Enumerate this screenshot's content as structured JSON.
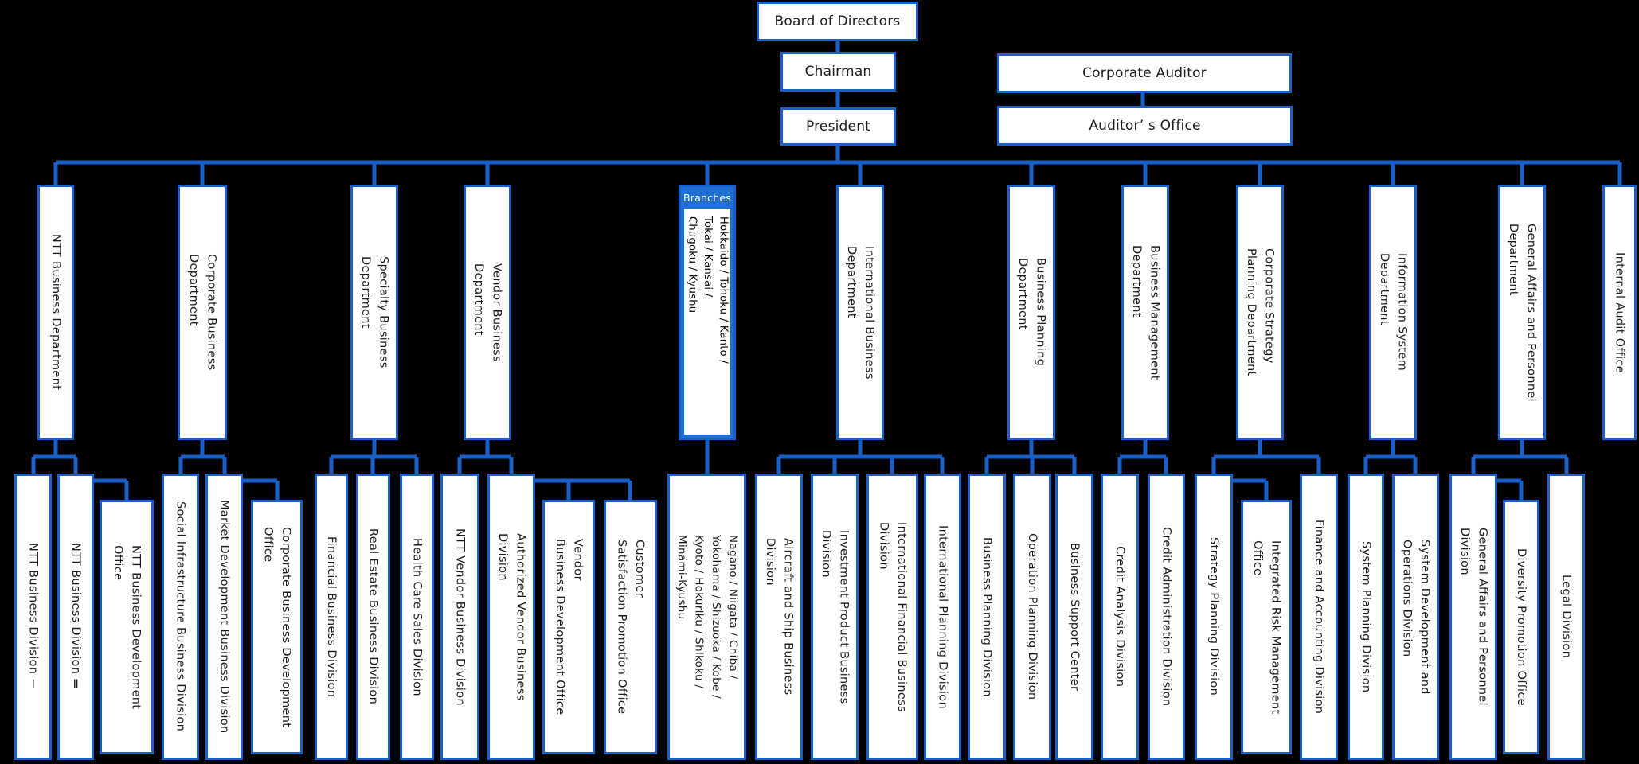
{
  "colors": {
    "background": "#000000",
    "line": "#1961c8",
    "box_fill": "#ffffff",
    "text": "#1b1b1b",
    "branches_header_fill": "#1e70d4",
    "branches_header_text": "#ffffff"
  },
  "top": {
    "board_of_directors": "Board of Directors",
    "chairman": "Chairman",
    "president": "President",
    "corporate_auditor": "Corporate Auditor",
    "auditors_office": "Auditor’ s Office"
  },
  "branches": {
    "header": "Branches",
    "body": "Hokkaido / Tohoku / Kanto /\nTokai / Kansai /\nChugoku / Kyushu"
  },
  "departments": [
    {
      "label": "NTT Business Department",
      "children": [
        "NTT Business Division Ⅰ",
        "NTT Business Division Ⅱ",
        "NTT Business Development\nOffice"
      ]
    },
    {
      "label": "Corporate Business\nDepartment",
      "children": [
        "Social Infrastructure Business Division",
        "Market Development Business Division",
        "Corporate Business Development\nOffice"
      ]
    },
    {
      "label": "Specialty Business\nDepartment",
      "children": [
        "Financial Business Division",
        "Real Estate Business Division",
        "Health Care Sales Division"
      ]
    },
    {
      "label": "Vendor Business\nDepartment",
      "children": [
        "NTT Vendor Business Division",
        "Authorized Vendor Business\nDivision",
        "Vendor\nBusiness Development Office",
        "Customer\nSatisfaction Promotion Office"
      ]
    },
    {
      "label": "",
      "children": [
        "Nagano / Niigata / Chiba /\nYokohama / Shizuoka / Kobe /\nKyoto / Hokuriku / Shikoku /\nMinami-Kyushu"
      ]
    },
    {
      "label": "International Business\nDepartment",
      "children": [
        "Aircraft and Ship Business\nDivision",
        "Investment Product Business\nDivision",
        "International Financial Business\nDivision",
        "International Planning Division"
      ]
    },
    {
      "label": "Business Planning\nDepartment",
      "children": [
        "Business Planning Division",
        "Operation Planning Division",
        "Business Support Center"
      ]
    },
    {
      "label": "Business Management\nDepartment",
      "children": [
        "Credit Analysis Division",
        "Credit Administration Division"
      ]
    },
    {
      "label": "Corporate Strategy\nPlanning Department",
      "children": [
        "Strategy Planning Division",
        "Integrated Risk Management\nOffice",
        "Finance and Accounting Division"
      ]
    },
    {
      "label": "Information System\nDepartment",
      "children": [
        "System Planning Division",
        "System Development and\nOperations Division"
      ]
    },
    {
      "label": "General Affairs and Personnel\nDepartment",
      "children": [
        "General Affairs and Personnel\nDivision",
        "Diversity Promotion Office",
        "Legal Division"
      ]
    },
    {
      "label": "Internal Audit Office",
      "children": []
    }
  ]
}
